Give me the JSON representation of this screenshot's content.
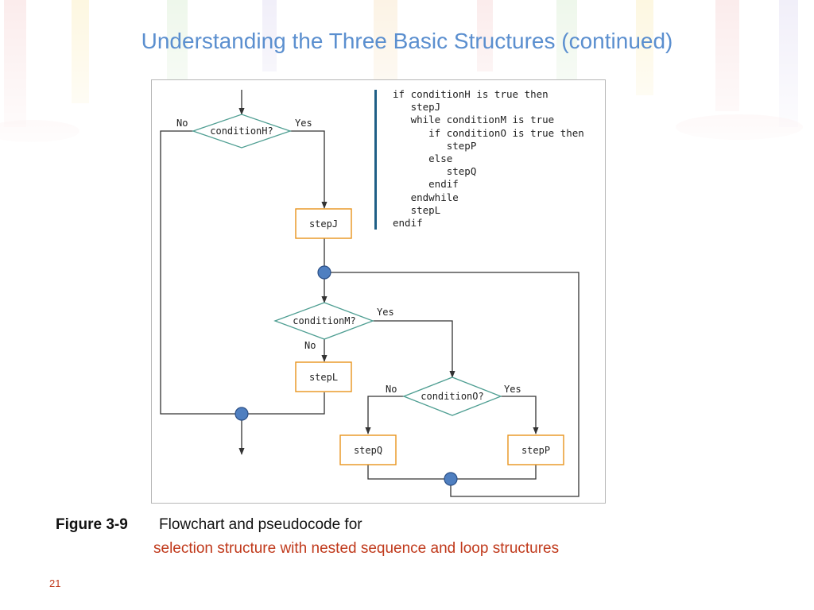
{
  "slide": {
    "title": "Understanding the Three Basic Structures (continued)",
    "page_number": "21"
  },
  "flowchart": {
    "decisions": {
      "conditionH": "conditionH?",
      "conditionM": "conditionM?",
      "conditionO": "conditionO?"
    },
    "steps": {
      "stepJ": "stepJ",
      "stepL": "stepL",
      "stepQ": "stepQ",
      "stepP": "stepP"
    },
    "branch_labels": {
      "h_no": "No",
      "h_yes": "Yes",
      "m_yes": "Yes",
      "m_no": "No",
      "o_no": "No",
      "o_yes": "Yes"
    }
  },
  "pseudocode": {
    "lines": [
      "if conditionH is true then",
      "   stepJ",
      "   while conditionM is true",
      "      if conditionO is true then",
      "         stepP",
      "      else",
      "         stepQ",
      "      endif",
      "   endwhile",
      "   stepL",
      "endif"
    ]
  },
  "caption": {
    "label": "Figure 3-9",
    "line1": "Flowchart and pseudocode for",
    "line2": "selection structure with nested sequence and loop structures"
  },
  "colors": {
    "title": "#5b8fcf",
    "decision_stroke": "#4e9e92",
    "step_stroke": "#e8931c",
    "connector_fill": "#4f7fc0",
    "code_bar": "#1f5f86",
    "caption_highlight": "#c0391b"
  }
}
